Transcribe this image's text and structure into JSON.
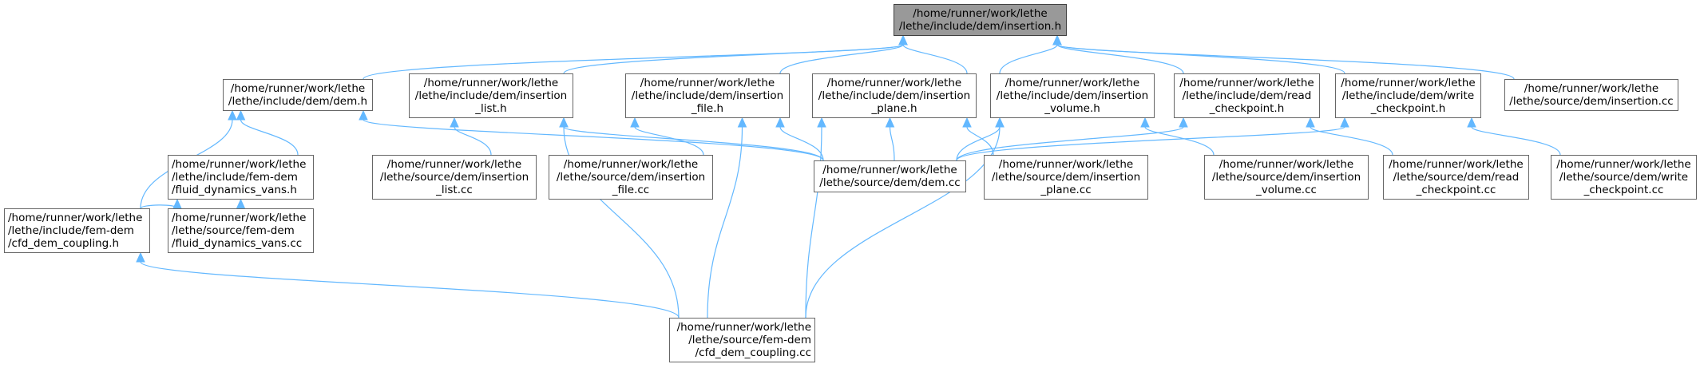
{
  "colors": {
    "edge": "#63b8ff",
    "node_border": "#666666",
    "root_fill": "#999999",
    "root_border": "#404040"
  },
  "nodes": {
    "n_root": [
      "/home/runner/work/lethe",
      "/lethe/include/dem/insertion.h"
    ],
    "n_dem_h": [
      "/home/runner/work/lethe",
      "/lethe/include/dem/dem.h"
    ],
    "n_ins_list_h": [
      "/home/runner/work/lethe",
      "/lethe/include/dem/insertion",
      "_list.h"
    ],
    "n_ins_file_h": [
      "/home/runner/work/lethe",
      "/lethe/include/dem/insertion",
      "_file.h"
    ],
    "n_ins_plane_h": [
      "/home/runner/work/lethe",
      "/lethe/include/dem/insertion",
      "_plane.h"
    ],
    "n_ins_volume_h": [
      "/home/runner/work/lethe",
      "/lethe/include/dem/insertion",
      "_volume.h"
    ],
    "n_read_ckpt_h": [
      "/home/runner/work/lethe",
      "/lethe/include/dem/read",
      "_checkpoint.h"
    ],
    "n_write_ckpt_h": [
      "/home/runner/work/lethe",
      "/lethe/include/dem/write",
      "_checkpoint.h"
    ],
    "n_ins_cc": [
      "/home/runner/work/lethe",
      "/lethe/source/dem/insertion.cc"
    ],
    "n_fdv_h": [
      "/home/runner/work/lethe",
      "/lethe/include/fem-dem",
      "/fluid_dynamics_vans.h"
    ],
    "n_ins_list_cc": [
      "/home/runner/work/lethe",
      "/lethe/source/dem/insertion",
      "_list.cc"
    ],
    "n_ins_file_cc": [
      "/home/runner/work/lethe",
      "/lethe/source/dem/insertion",
      "_file.cc"
    ],
    "n_dem_cc": [
      "/home/runner/work/lethe",
      "/lethe/source/dem/dem.cc"
    ],
    "n_ins_plane_cc": [
      "/home/runner/work/lethe",
      "/lethe/source/dem/insertion",
      "_plane.cc"
    ],
    "n_ins_volume_cc": [
      "/home/runner/work/lethe",
      "/lethe/source/dem/insertion",
      "_volume.cc"
    ],
    "n_read_ckpt_cc": [
      "/home/runner/work/lethe",
      "/lethe/source/dem/read",
      "_checkpoint.cc"
    ],
    "n_write_ckpt_cc": [
      "/home/runner/work/lethe",
      "/lethe/source/dem/write",
      "_checkpoint.cc"
    ],
    "n_cfd_h": [
      "/home/runner/work/lethe",
      "/lethe/include/fem-dem",
      "/cfd_dem_coupling.h"
    ],
    "n_fdv_cc": [
      "/home/runner/work/lethe",
      "/lethe/source/fem-dem",
      "/fluid_dynamics_vans.cc"
    ],
    "n_cfd_cc": [
      "/home/runner/work/lethe",
      "/lethe/source/fem-dem",
      "/cfd_dem_coupling.cc"
    ]
  },
  "edges": [
    [
      "n_dem_h",
      "n_root"
    ],
    [
      "n_ins_list_h",
      "n_root"
    ],
    [
      "n_ins_file_h",
      "n_root"
    ],
    [
      "n_ins_plane_h",
      "n_root"
    ],
    [
      "n_ins_volume_h",
      "n_root"
    ],
    [
      "n_read_ckpt_h",
      "n_root"
    ],
    [
      "n_write_ckpt_h",
      "n_root"
    ],
    [
      "n_ins_cc",
      "n_root"
    ],
    [
      "n_fdv_h",
      "n_dem_h"
    ],
    [
      "n_cfd_h",
      "n_dem_h"
    ],
    [
      "n_dem_cc",
      "n_dem_h"
    ],
    [
      "n_ins_list_cc",
      "n_ins_list_h"
    ],
    [
      "n_dem_cc",
      "n_ins_list_h"
    ],
    [
      "n_cfd_cc",
      "n_ins_list_h"
    ],
    [
      "n_ins_file_cc",
      "n_ins_file_h"
    ],
    [
      "n_dem_cc",
      "n_ins_file_h"
    ],
    [
      "n_cfd_cc",
      "n_ins_file_h"
    ],
    [
      "n_dem_cc",
      "n_ins_plane_h"
    ],
    [
      "n_ins_plane_cc",
      "n_ins_plane_h"
    ],
    [
      "n_cfd_cc",
      "n_ins_plane_h"
    ],
    [
      "n_dem_cc",
      "n_ins_volume_h"
    ],
    [
      "n_ins_volume_cc",
      "n_ins_volume_h"
    ],
    [
      "n_cfd_cc",
      "n_ins_volume_h"
    ],
    [
      "n_dem_cc",
      "n_read_ckpt_h"
    ],
    [
      "n_read_ckpt_cc",
      "n_read_ckpt_h"
    ],
    [
      "n_dem_cc",
      "n_write_ckpt_h"
    ],
    [
      "n_write_ckpt_cc",
      "n_write_ckpt_h"
    ],
    [
      "n_cfd_h",
      "n_fdv_h"
    ],
    [
      "n_fdv_cc",
      "n_fdv_h"
    ],
    [
      "n_cfd_cc",
      "n_cfd_h"
    ]
  ]
}
